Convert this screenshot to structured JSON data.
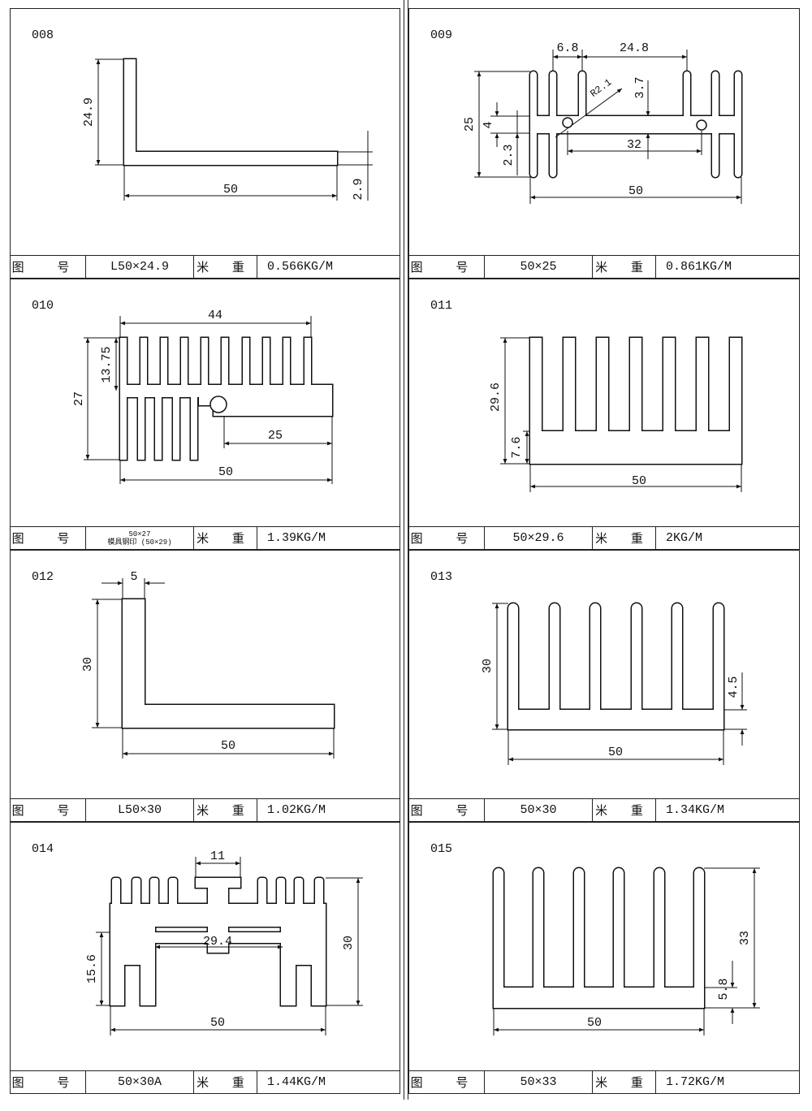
{
  "info_labels": {
    "drawing_no": "图 号",
    "weight": "米 重"
  },
  "panels": [
    {
      "code": "008",
      "drawing_no": "L50×24.9",
      "weight": "0.566KG/M",
      "dims": [
        "24.9",
        "50",
        "2.9"
      ]
    },
    {
      "code": "009",
      "drawing_no": "50×25",
      "weight": "0.861KG/M",
      "dims": [
        "6.8",
        "24.8",
        "25",
        "4",
        "2.3",
        "R2.1",
        "3.7",
        "32",
        "50"
      ]
    },
    {
      "code": "010",
      "drawing_no": "50×27",
      "drawing_no_note": "模具钢印 (50×29)",
      "weight": "1.39KG/M",
      "dims": [
        "44",
        "13.75",
        "27",
        "25",
        "50"
      ]
    },
    {
      "code": "011",
      "drawing_no": "50×29.6",
      "weight": "2KG/M",
      "dims": [
        "29.6",
        "7.6",
        "50"
      ]
    },
    {
      "code": "012",
      "drawing_no": "L50×30",
      "weight": "1.02KG/M",
      "dims": [
        "5",
        "30",
        "50"
      ]
    },
    {
      "code": "013",
      "drawing_no": "50×30",
      "weight": "1.34KG/M",
      "dims": [
        "30",
        "4.5",
        "50"
      ]
    },
    {
      "code": "014",
      "drawing_no": "50×30A",
      "weight": "1.44KG/M",
      "dims": [
        "11",
        "29.4",
        "30",
        "15.6",
        "50"
      ]
    },
    {
      "code": "015",
      "drawing_no": "50×33",
      "weight": "1.72KG/M",
      "dims": [
        "33",
        "5.8",
        "50"
      ]
    }
  ]
}
